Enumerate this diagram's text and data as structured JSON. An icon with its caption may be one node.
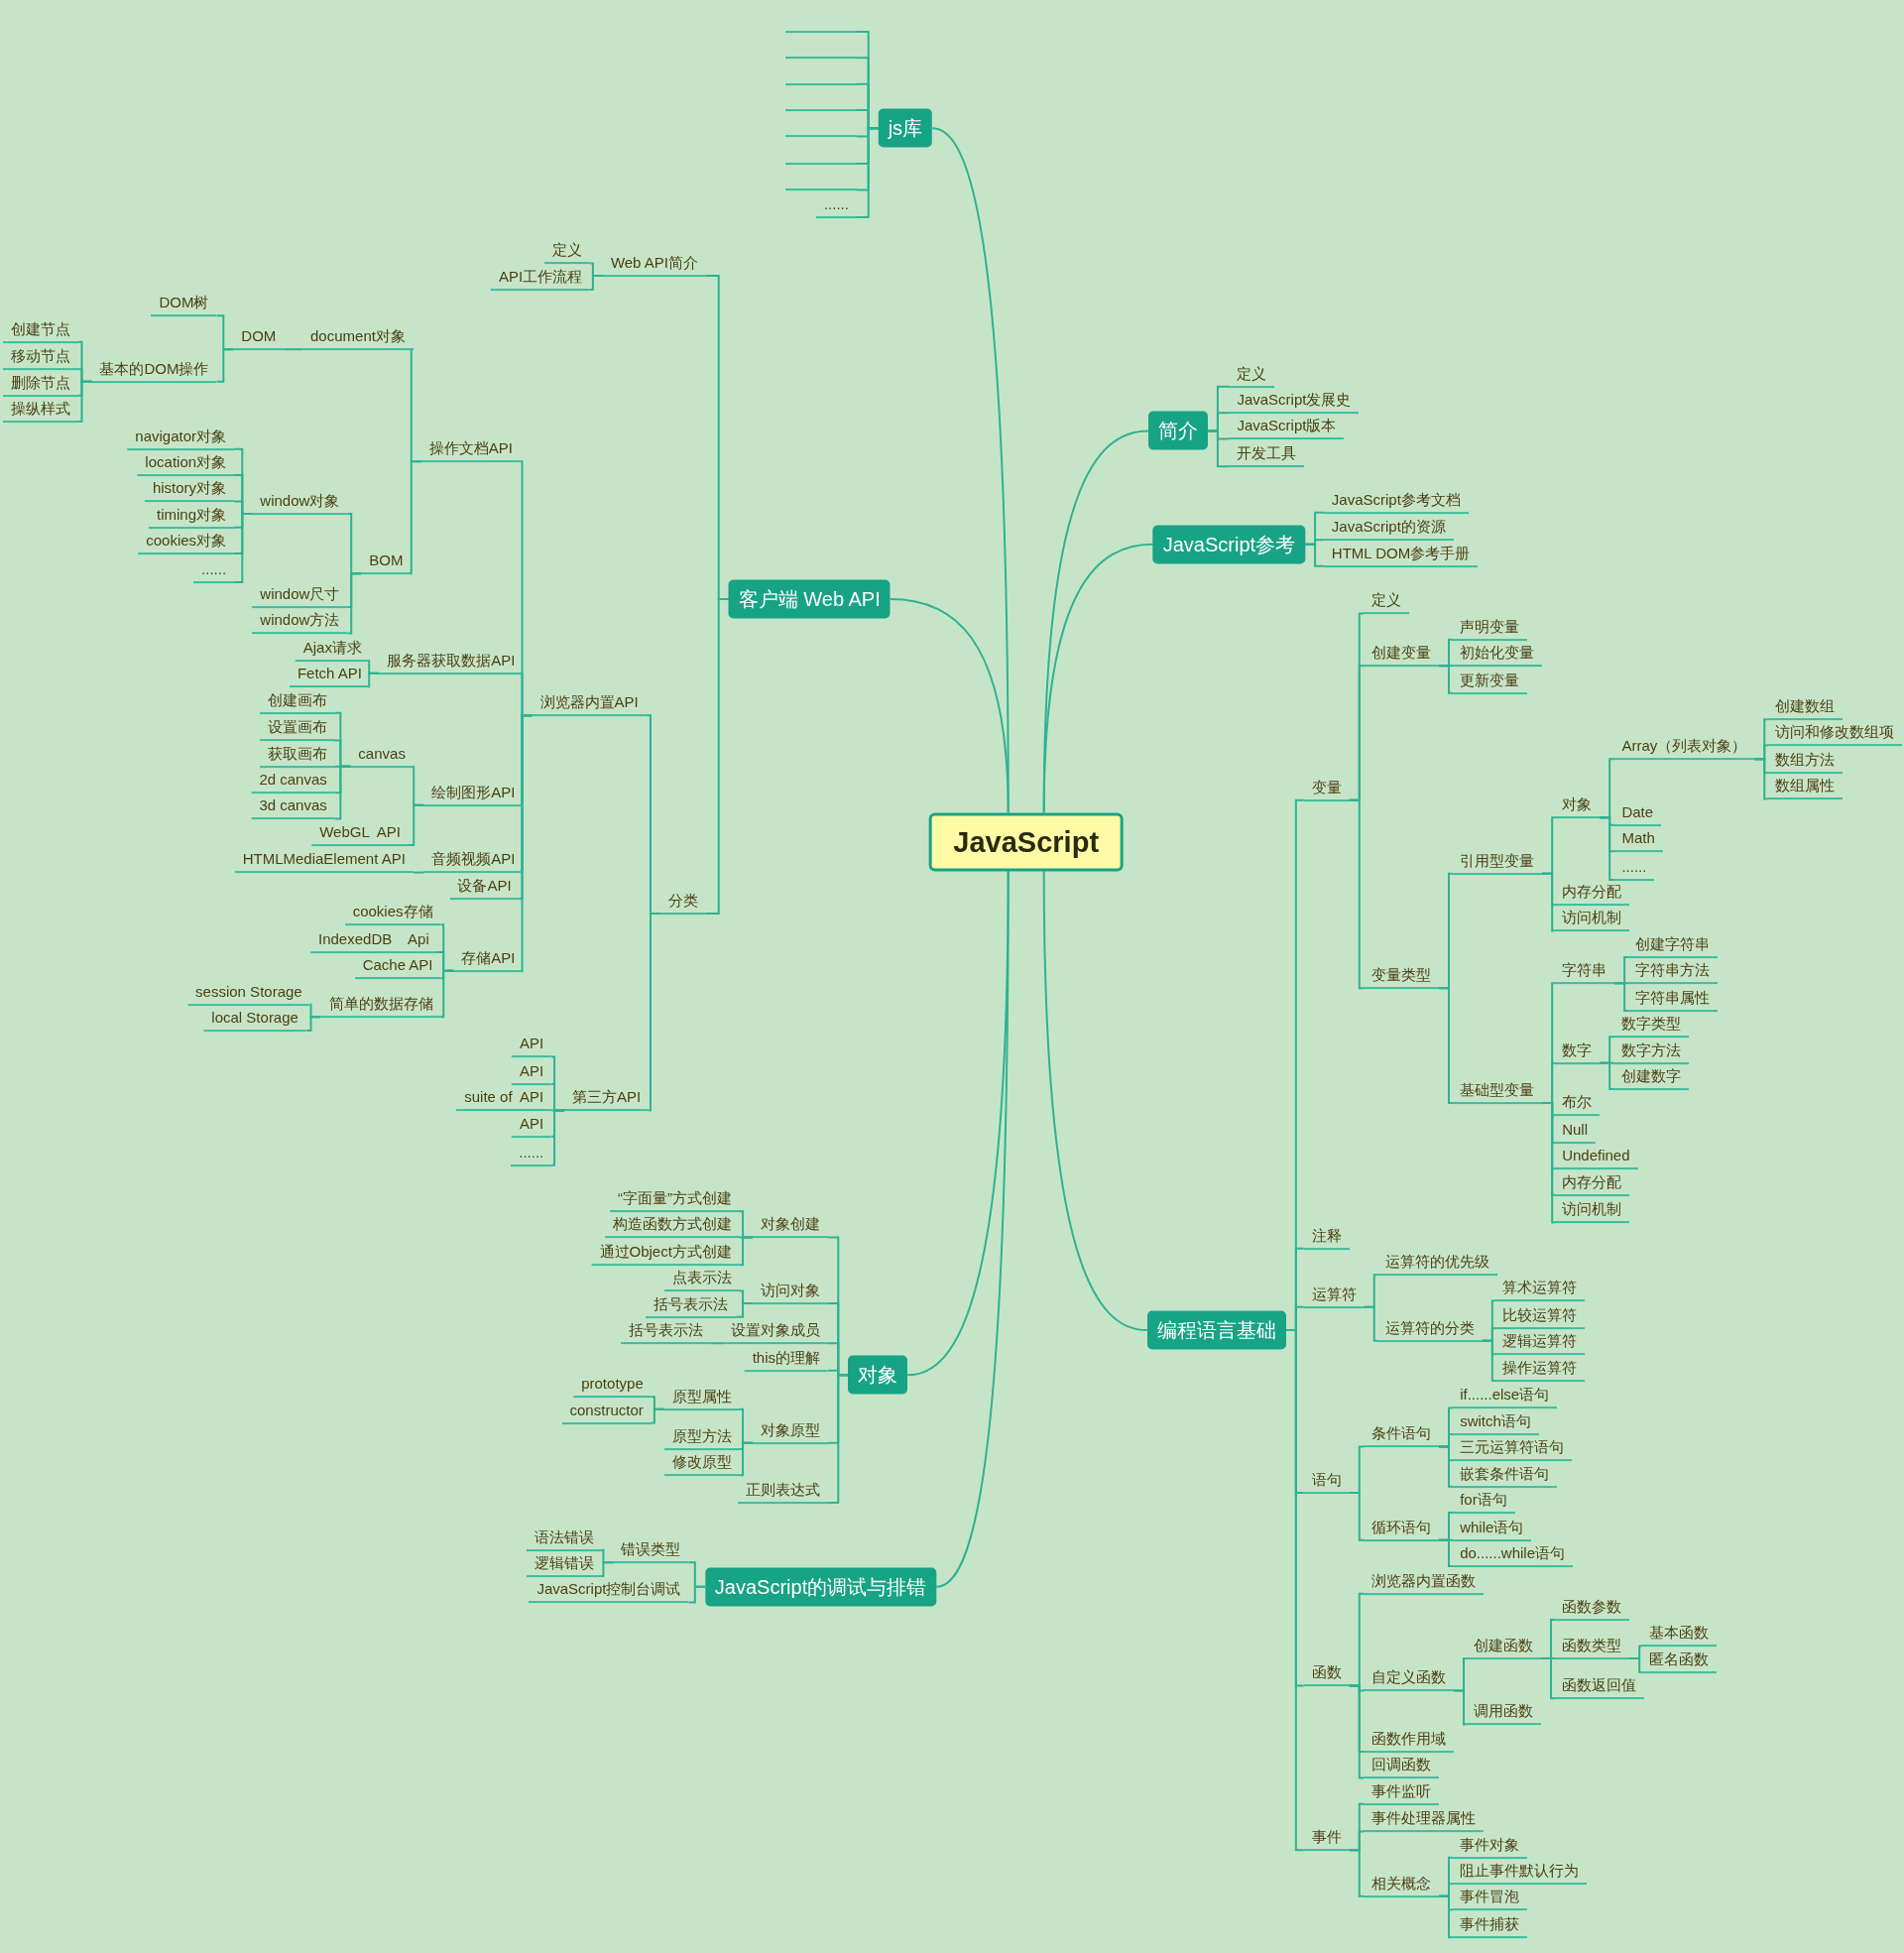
{
  "diagram": {
    "nodes": [
      {
        "text": [
          "JavaScript"
        ]
      },
      {
        "text": [
          "js库"
        ]
      },
      {
        "text": [],
        "shape": "line"
      },
      {
        "text": [],
        "shape": "line"
      },
      {
        "text": [],
        "shape": "line"
      },
      {
        "text": [],
        "shape": "line"
      },
      {
        "text": [],
        "shape": "line"
      },
      {
        "text": [],
        "shape": "line"
      },
      {
        "text": [],
        "shape": "line"
      },
      {
        "text": [
          "......"
        ]
      },
      {
        "text": [
          "客户端 Web API"
        ]
      },
      {
        "text": [
          "Web API简介"
        ]
      },
      {
        "text": [
          "定义"
        ]
      },
      {
        "text": [
          "API工作流程"
        ]
      },
      {
        "text": [
          "分类"
        ]
      },
      {
        "text": [
          "浏览器内置API"
        ]
      },
      {
        "text": [
          "操作文档API"
        ]
      },
      {
        "text": [
          "document对象"
        ]
      },
      {
        "text": [
          "DOM"
        ]
      },
      {
        "text": [
          "DOM树"
        ]
      },
      {
        "text": [
          "基本的DOM操作"
        ]
      },
      {
        "text": [
          "创建节点"
        ]
      },
      {
        "text": [
          "移动节点"
        ]
      },
      {
        "text": [
          "删除节点"
        ]
      },
      {
        "text": [
          "操纵样式"
        ]
      },
      {
        "text": [
          "BOM"
        ]
      },
      {
        "text": [
          "window对象"
        ]
      },
      {
        "text": [
          "navigator对象"
        ]
      },
      {
        "text": [
          "location对象"
        ]
      },
      {
        "text": [
          "history对象"
        ]
      },
      {
        "text": [
          "timing对象"
        ]
      },
      {
        "text": [
          "cookies对象"
        ]
      },
      {
        "text": [
          "......"
        ]
      },
      {
        "text": [
          "window尺寸"
        ]
      },
      {
        "text": [
          "window方法"
        ]
      },
      {
        "text": [
          "服务器获取数据API"
        ]
      },
      {
        "text": [
          "Ajax请求"
        ]
      },
      {
        "text": [
          "Fetch API"
        ]
      },
      {
        "text": [
          "绘制图形API"
        ]
      },
      {
        "text": [
          "canvas"
        ]
      },
      {
        "text": [
          "创建画布"
        ]
      },
      {
        "text": [
          "设置画布"
        ]
      },
      {
        "text": [
          "获取画布"
        ]
      },
      {
        "text": [
          "2d canvas"
        ]
      },
      {
        "text": [
          "3d canvas"
        ]
      },
      {
        "text": [
          "WebGL  API"
        ]
      },
      {
        "text": [
          "音频视频API"
        ]
      },
      {
        "text": [
          "HTMLMediaElement API"
        ]
      },
      {
        "text": [
          "设备API"
        ]
      },
      {
        "text": [
          "存储API"
        ]
      },
      {
        "text": [
          "cookies存储"
        ]
      },
      {
        "text": [
          "IndexedDB    Api"
        ]
      },
      {
        "text": [
          "Cache API"
        ]
      },
      {
        "text": [
          "简单的数据存储"
        ]
      },
      {
        "text": [
          "session Storage"
        ]
      },
      {
        "text": [
          "local Storage"
        ]
      },
      {
        "text": [
          "第三方API"
        ]
      },
      {
        "text": [
          "API"
        ]
      },
      {
        "text": [
          "API"
        ]
      },
      {
        "text": [
          "suite of  API"
        ]
      },
      {
        "text": [
          "API"
        ]
      },
      {
        "text": [
          "......"
        ]
      },
      {
        "text": [
          "对象"
        ]
      },
      {
        "text": [
          "对象创建"
        ]
      },
      {
        "text": [
          "“字面量”方式创建"
        ]
      },
      {
        "text": [
          "构造函数方式创建"
        ]
      },
      {
        "text": [
          "通过Object方式创建"
        ]
      },
      {
        "text": [
          "访问对象"
        ]
      },
      {
        "text": [
          "点表示法"
        ]
      },
      {
        "text": [
          "括号表示法"
        ]
      },
      {
        "text": [
          "设置对象成员"
        ]
      },
      {
        "text": [
          "括号表示法"
        ]
      },
      {
        "text": [
          "this的理解"
        ]
      },
      {
        "text": [
          "对象原型"
        ]
      },
      {
        "text": [
          "原型属性"
        ]
      },
      {
        "text": [
          "prototype"
        ]
      },
      {
        "text": [
          "constructor"
        ]
      },
      {
        "text": [
          "原型方法"
        ]
      },
      {
        "text": [
          "修改原型"
        ]
      },
      {
        "text": [
          "正则表达式"
        ]
      },
      {
        "text": [
          "JavaScript的调试与排错"
        ]
      },
      {
        "text": [
          "错误类型"
        ]
      },
      {
        "text": [
          "语法错误"
        ]
      },
      {
        "text": [
          "逻辑错误"
        ]
      },
      {
        "text": [
          "JavaScript控制台调试"
        ]
      },
      {
        "text": [
          "简介"
        ]
      },
      {
        "text": [
          "定义"
        ]
      },
      {
        "text": [
          "JavaScript发展史"
        ]
      },
      {
        "text": [
          "JavaScript版本"
        ]
      },
      {
        "text": [
          "开发工具"
        ]
      },
      {
        "text": [
          "JavaScript参考"
        ]
      },
      {
        "text": [
          "JavaScript参考文档"
        ]
      },
      {
        "text": [
          "JavaScript的资源"
        ]
      },
      {
        "text": [
          "HTML DOM参考手册"
        ]
      },
      {
        "text": [
          "编程语言基础"
        ]
      },
      {
        "text": [
          "变量"
        ]
      },
      {
        "text": [
          "定义"
        ]
      },
      {
        "text": [
          "创建变量"
        ]
      },
      {
        "text": [
          "声明变量"
        ]
      },
      {
        "text": [
          "初始化变量"
        ]
      },
      {
        "text": [
          "更新变量"
        ]
      },
      {
        "text": [
          "变量类型"
        ]
      },
      {
        "text": [
          "引用型变量"
        ]
      },
      {
        "text": [
          "对象"
        ]
      },
      {
        "text": [
          "Array（列表对象）"
        ]
      },
      {
        "text": [
          "创建数组"
        ]
      },
      {
        "text": [
          "访问和修改数组项"
        ]
      },
      {
        "text": [
          "数组方法"
        ]
      },
      {
        "text": [
          "数组属性"
        ]
      },
      {
        "text": [
          "Date"
        ]
      },
      {
        "text": [
          "Math"
        ]
      },
      {
        "text": [
          "......"
        ]
      },
      {
        "text": [
          "内存分配"
        ]
      },
      {
        "text": [
          "访问机制"
        ]
      },
      {
        "text": [
          "基础型变量"
        ]
      },
      {
        "text": [
          "字符串"
        ]
      },
      {
        "text": [
          "创建字符串"
        ]
      },
      {
        "text": [
          "字符串方法"
        ]
      },
      {
        "text": [
          "字符串属性"
        ]
      },
      {
        "text": [
          "数字"
        ]
      },
      {
        "text": [
          "数字类型"
        ]
      },
      {
        "text": [
          "数字方法"
        ]
      },
      {
        "text": [
          "创建数字"
        ]
      },
      {
        "text": [
          "布尔"
        ]
      },
      {
        "text": [
          "Null"
        ]
      },
      {
        "text": [
          "Undefined"
        ]
      },
      {
        "text": [
          "内存分配"
        ]
      },
      {
        "text": [
          "访问机制"
        ]
      },
      {
        "text": [
          "注释"
        ]
      },
      {
        "text": [
          "运算符"
        ]
      },
      {
        "text": [
          "运算符的优先级"
        ]
      },
      {
        "text": [
          "运算符的分类"
        ]
      },
      {
        "text": [
          "算术运算符"
        ]
      },
      {
        "text": [
          "比较运算符"
        ]
      },
      {
        "text": [
          "逻辑运算符"
        ]
      },
      {
        "text": [
          "操作运算符"
        ]
      },
      {
        "text": [
          "语句"
        ]
      },
      {
        "text": [
          "条件语句"
        ]
      },
      {
        "text": [
          "if......else语句"
        ]
      },
      {
        "text": [
          "switch语句"
        ]
      },
      {
        "text": [
          "三元运算符语句"
        ]
      },
      {
        "text": [
          "嵌套条件语句"
        ]
      },
      {
        "text": [
          "循环语句"
        ]
      },
      {
        "text": [
          "for语句"
        ]
      },
      {
        "text": [
          "while语句"
        ]
      },
      {
        "text": [
          "do......while语句"
        ]
      },
      {
        "text": [
          "函数"
        ]
      },
      {
        "text": [
          "浏览器内置函数"
        ]
      },
      {
        "text": [
          "自定义函数"
        ]
      },
      {
        "text": [
          "创建函数"
        ]
      },
      {
        "text": [
          "函数参数"
        ]
      },
      {
        "text": [
          "函数类型"
        ]
      },
      {
        "text": [
          "基本函数"
        ]
      },
      {
        "text": [
          "匿名函数"
        ]
      },
      {
        "text": [
          "函数返回值"
        ]
      },
      {
        "text": [
          "调用函数"
        ]
      },
      {
        "text": [
          "函数作用域"
        ]
      },
      {
        "text": [
          "回调函数"
        ]
      },
      {
        "text": [
          "事件"
        ]
      },
      {
        "text": [
          "事件监听"
        ]
      },
      {
        "text": [
          "事件处理器属性"
        ]
      },
      {
        "text": [
          "相关概念"
        ]
      },
      {
        "text": [
          "事件对象"
        ]
      },
      {
        "text": [
          "阻止事件默认行为"
        ]
      },
      {
        "text": [
          "事件冒泡"
        ]
      },
      {
        "text": [
          "事件捕获"
        ]
      }
    ],
    "edges": [
      {
        "from": 0,
        "to": 1,
        "arrow": "none"
      },
      {
        "from": 1,
        "to": 2,
        "arrow": "none"
      },
      {
        "from": 1,
        "to": 3,
        "arrow": "none"
      },
      {
        "from": 1,
        "to": 4,
        "arrow": "none"
      },
      {
        "from": 1,
        "to": 5,
        "arrow": "none"
      },
      {
        "from": 1,
        "to": 6,
        "arrow": "none"
      },
      {
        "from": 1,
        "to": 7,
        "arrow": "none"
      },
      {
        "from": 1,
        "to": 8,
        "arrow": "none"
      },
      {
        "from": 1,
        "to": 9,
        "arrow": "none"
      },
      {
        "from": 0,
        "to": 10,
        "arrow": "none"
      },
      {
        "from": 10,
        "to": 11,
        "arrow": "none"
      },
      {
        "from": 11,
        "to": 12,
        "arrow": "none"
      },
      {
        "from": 11,
        "to": 13,
        "arrow": "none"
      },
      {
        "from": 10,
        "to": 14,
        "arrow": "none"
      },
      {
        "from": 14,
        "to": 15,
        "arrow": "none"
      },
      {
        "from": 15,
        "to": 16,
        "arrow": "none"
      },
      {
        "from": 16,
        "to": 17,
        "arrow": "none"
      },
      {
        "from": 17,
        "to": 18,
        "arrow": "none"
      },
      {
        "from": 18,
        "to": 19,
        "arrow": "none"
      },
      {
        "from": 18,
        "to": 20,
        "arrow": "none"
      },
      {
        "from": 20,
        "to": 21,
        "arrow": "none"
      },
      {
        "from": 20,
        "to": 22,
        "arrow": "none"
      },
      {
        "from": 20,
        "to": 23,
        "arrow": "none"
      },
      {
        "from": 20,
        "to": 24,
        "arrow": "none"
      },
      {
        "from": 16,
        "to": 25,
        "arrow": "none"
      },
      {
        "from": 25,
        "to": 26,
        "arrow": "none"
      },
      {
        "from": 26,
        "to": 27,
        "arrow": "none"
      },
      {
        "from": 26,
        "to": 28,
        "arrow": "none"
      },
      {
        "from": 26,
        "to": 29,
        "arrow": "none"
      },
      {
        "from": 26,
        "to": 30,
        "arrow": "none"
      },
      {
        "from": 26,
        "to": 31,
        "arrow": "none"
      },
      {
        "from": 26,
        "to": 32,
        "arrow": "none"
      },
      {
        "from": 25,
        "to": 33,
        "arrow": "none"
      },
      {
        "from": 25,
        "to": 34,
        "arrow": "none"
      },
      {
        "from": 15,
        "to": 35,
        "arrow": "none"
      },
      {
        "from": 35,
        "to": 36,
        "arrow": "none"
      },
      {
        "from": 35,
        "to": 37,
        "arrow": "none"
      },
      {
        "from": 15,
        "to": 38,
        "arrow": "none"
      },
      {
        "from": 38,
        "to": 39,
        "arrow": "none"
      },
      {
        "from": 39,
        "to": 40,
        "arrow": "none"
      },
      {
        "from": 39,
        "to": 41,
        "arrow": "none"
      },
      {
        "from": 39,
        "to": 42,
        "arrow": "none"
      },
      {
        "from": 39,
        "to": 43,
        "arrow": "none"
      },
      {
        "from": 39,
        "to": 44,
        "arrow": "none"
      },
      {
        "from": 38,
        "to": 45,
        "arrow": "none"
      },
      {
        "from": 15,
        "to": 46,
        "arrow": "none"
      },
      {
        "from": 46,
        "to": 47,
        "arrow": "none"
      },
      {
        "from": 15,
        "to": 48,
        "arrow": "none"
      },
      {
        "from": 15,
        "to": 49,
        "arrow": "none"
      },
      {
        "from": 49,
        "to": 50,
        "arrow": "none"
      },
      {
        "from": 49,
        "to": 51,
        "arrow": "none"
      },
      {
        "from": 49,
        "to": 52,
        "arrow": "none"
      },
      {
        "from": 49,
        "to": 53,
        "arrow": "none"
      },
      {
        "from": 53,
        "to": 54,
        "arrow": "none"
      },
      {
        "from": 53,
        "to": 55,
        "arrow": "none"
      },
      {
        "from": 14,
        "to": 56,
        "arrow": "none"
      },
      {
        "from": 56,
        "to": 57,
        "arrow": "none"
      },
      {
        "from": 56,
        "to": 58,
        "arrow": "none"
      },
      {
        "from": 56,
        "to": 59,
        "arrow": "none"
      },
      {
        "from": 56,
        "to": 60,
        "arrow": "none"
      },
      {
        "from": 56,
        "to": 61,
        "arrow": "none"
      },
      {
        "from": 0,
        "to": 62,
        "arrow": "none"
      },
      {
        "from": 62,
        "to": 63,
        "arrow": "none"
      },
      {
        "from": 63,
        "to": 64,
        "arrow": "none"
      },
      {
        "from": 63,
        "to": 65,
        "arrow": "none"
      },
      {
        "from": 63,
        "to": 66,
        "arrow": "none"
      },
      {
        "from": 62,
        "to": 67,
        "arrow": "none"
      },
      {
        "from": 67,
        "to": 68,
        "arrow": "none"
      },
      {
        "from": 67,
        "to": 69,
        "arrow": "none"
      },
      {
        "from": 62,
        "to": 70,
        "arrow": "none"
      },
      {
        "from": 70,
        "to": 71,
        "arrow": "none"
      },
      {
        "from": 62,
        "to": 72,
        "arrow": "none"
      },
      {
        "from": 62,
        "to": 73,
        "arrow": "none"
      },
      {
        "from": 73,
        "to": 74,
        "arrow": "none"
      },
      {
        "from": 74,
        "to": 75,
        "arrow": "none"
      },
      {
        "from": 74,
        "to": 76,
        "arrow": "none"
      },
      {
        "from": 73,
        "to": 77,
        "arrow": "none"
      },
      {
        "from": 73,
        "to": 78,
        "arrow": "none"
      },
      {
        "from": 62,
        "to": 79,
        "arrow": "none"
      },
      {
        "from": 0,
        "to": 80,
        "arrow": "none"
      },
      {
        "from": 80,
        "to": 81,
        "arrow": "none"
      },
      {
        "from": 81,
        "to": 82,
        "arrow": "none"
      },
      {
        "from": 81,
        "to": 83,
        "arrow": "none"
      },
      {
        "from": 80,
        "to": 84,
        "arrow": "none"
      },
      {
        "from": 0,
        "to": 85,
        "arrow": "none"
      },
      {
        "from": 85,
        "to": 86,
        "arrow": "none"
      },
      {
        "from": 85,
        "to": 87,
        "arrow": "none"
      },
      {
        "from": 85,
        "to": 88,
        "arrow": "none"
      },
      {
        "from": 85,
        "to": 89,
        "arrow": "none"
      },
      {
        "from": 0,
        "to": 90,
        "arrow": "none"
      },
      {
        "from": 90,
        "to": 91,
        "arrow": "none"
      },
      {
        "from": 90,
        "to": 92,
        "arrow": "none"
      },
      {
        "from": 90,
        "to": 93,
        "arrow": "none"
      },
      {
        "from": 0,
        "to": 94,
        "arrow": "none"
      },
      {
        "from": 94,
        "to": 95,
        "arrow": "none"
      },
      {
        "from": 95,
        "to": 96,
        "arrow": "none"
      },
      {
        "from": 95,
        "to": 97,
        "arrow": "none"
      },
      {
        "from": 97,
        "to": 98,
        "arrow": "none"
      },
      {
        "from": 97,
        "to": 99,
        "arrow": "none"
      },
      {
        "from": 97,
        "to": 100,
        "arrow": "none"
      },
      {
        "from": 95,
        "to": 101,
        "arrow": "none"
      },
      {
        "from": 101,
        "to": 102,
        "arrow": "none"
      },
      {
        "from": 102,
        "to": 103,
        "arrow": "none"
      },
      {
        "from": 103,
        "to": 104,
        "arrow": "none"
      },
      {
        "from": 104,
        "to": 105,
        "arrow": "none"
      },
      {
        "from": 104,
        "to": 106,
        "arrow": "none"
      },
      {
        "from": 104,
        "to": 107,
        "arrow": "none"
      },
      {
        "from": 104,
        "to": 108,
        "arrow": "none"
      },
      {
        "from": 103,
        "to": 109,
        "arrow": "none"
      },
      {
        "from": 103,
        "to": 110,
        "arrow": "none"
      },
      {
        "from": 103,
        "to": 111,
        "arrow": "none"
      },
      {
        "from": 102,
        "to": 112,
        "arrow": "none"
      },
      {
        "from": 102,
        "to": 113,
        "arrow": "none"
      },
      {
        "from": 101,
        "to": 114,
        "arrow": "none"
      },
      {
        "from": 114,
        "to": 115,
        "arrow": "none"
      },
      {
        "from": 115,
        "to": 116,
        "arrow": "none"
      },
      {
        "from": 115,
        "to": 117,
        "arrow": "none"
      },
      {
        "from": 115,
        "to": 118,
        "arrow": "none"
      },
      {
        "from": 114,
        "to": 119,
        "arrow": "none"
      },
      {
        "from": 119,
        "to": 120,
        "arrow": "none"
      },
      {
        "from": 119,
        "to": 121,
        "arrow": "none"
      },
      {
        "from": 119,
        "to": 122,
        "arrow": "none"
      },
      {
        "from": 114,
        "to": 123,
        "arrow": "none"
      },
      {
        "from": 114,
        "to": 124,
        "arrow": "none"
      },
      {
        "from": 114,
        "to": 125,
        "arrow": "none"
      },
      {
        "from": 114,
        "to": 126,
        "arrow": "none"
      },
      {
        "from": 114,
        "to": 127,
        "arrow": "none"
      },
      {
        "from": 94,
        "to": 128,
        "arrow": "none"
      },
      {
        "from": 94,
        "to": 129,
        "arrow": "none"
      },
      {
        "from": 129,
        "to": 130,
        "arrow": "none"
      },
      {
        "from": 129,
        "to": 131,
        "arrow": "none"
      },
      {
        "from": 131,
        "to": 132,
        "arrow": "none"
      },
      {
        "from": 131,
        "to": 133,
        "arrow": "none"
      },
      {
        "from": 131,
        "to": 134,
        "arrow": "none"
      },
      {
        "from": 131,
        "to": 135,
        "arrow": "none"
      },
      {
        "from": 94,
        "to": 136,
        "arrow": "none"
      },
      {
        "from": 136,
        "to": 137,
        "arrow": "none"
      },
      {
        "from": 137,
        "to": 138,
        "arrow": "none"
      },
      {
        "from": 137,
        "to": 139,
        "arrow": "none"
      },
      {
        "from": 137,
        "to": 140,
        "arrow": "none"
      },
      {
        "from": 137,
        "to": 141,
        "arrow": "none"
      },
      {
        "from": 136,
        "to": 142,
        "arrow": "none"
      },
      {
        "from": 142,
        "to": 143,
        "arrow": "none"
      },
      {
        "from": 142,
        "to": 144,
        "arrow": "none"
      },
      {
        "from": 142,
        "to": 145,
        "arrow": "none"
      },
      {
        "from": 94,
        "to": 146,
        "arrow": "none"
      },
      {
        "from": 146,
        "to": 147,
        "arrow": "none"
      },
      {
        "from": 146,
        "to": 148,
        "arrow": "none"
      },
      {
        "from": 148,
        "to": 149,
        "arrow": "none"
      },
      {
        "from": 149,
        "to": 150,
        "arrow": "none"
      },
      {
        "from": 149,
        "to": 151,
        "arrow": "none"
      },
      {
        "from": 151,
        "to": 152,
        "arrow": "none"
      },
      {
        "from": 151,
        "to": 153,
        "arrow": "none"
      },
      {
        "from": 149,
        "to": 154,
        "arrow": "none"
      },
      {
        "from": 148,
        "to": 155,
        "arrow": "none"
      },
      {
        "from": 146,
        "to": 156,
        "arrow": "none"
      },
      {
        "from": 146,
        "to": 157,
        "arrow": "none"
      },
      {
        "from": 94,
        "to": 158,
        "arrow": "none"
      },
      {
        "from": 158,
        "to": 159,
        "arrow": "none"
      },
      {
        "from": 158,
        "to": 160,
        "arrow": "none"
      },
      {
        "from": 158,
        "to": 161,
        "arrow": "none"
      },
      {
        "from": 161,
        "to": 162,
        "arrow": "none"
      },
      {
        "from": 161,
        "to": 163,
        "arrow": "none"
      },
      {
        "from": 161,
        "to": 164,
        "arrow": "none"
      },
      {
        "from": 161,
        "to": 165,
        "arrow": "none"
      }
    ]
  }
}
